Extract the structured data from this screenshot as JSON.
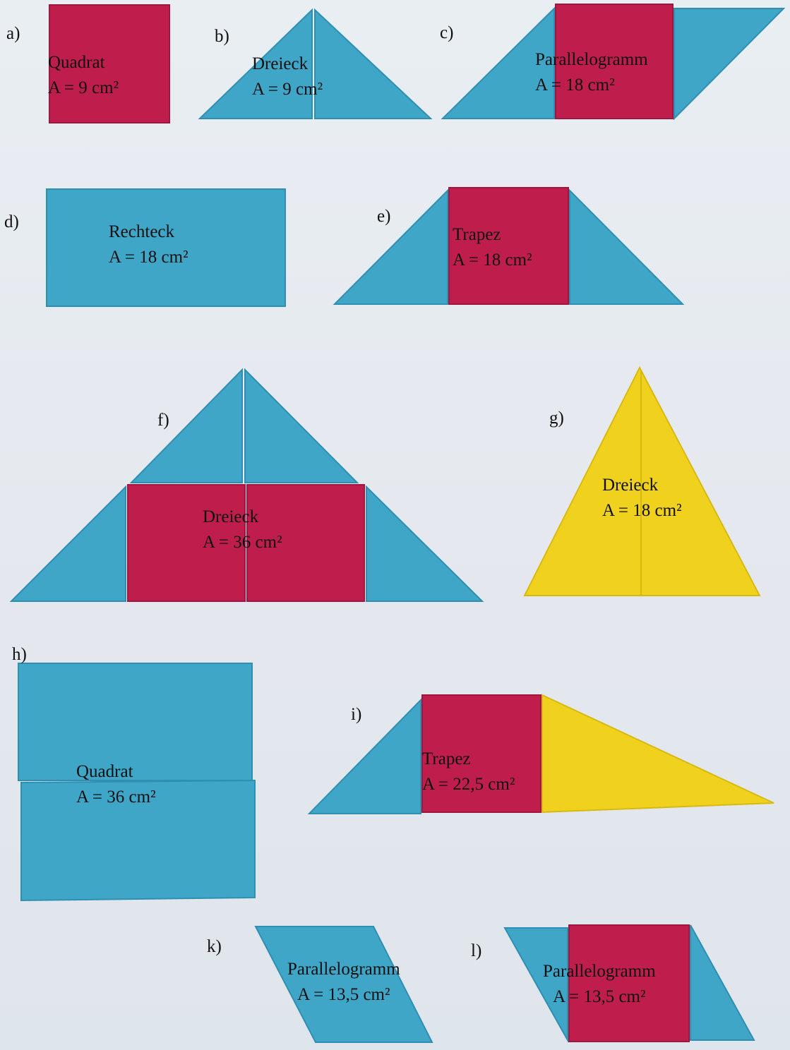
{
  "colors": {
    "blue": "#3fa6c8",
    "blue_dark": "#2f8fb3",
    "red": "#bf1e4d",
    "red_dark": "#a0163e",
    "yellow": "#f0d21e",
    "background": "#e7ecf1"
  },
  "figures": [
    {
      "label": "a)",
      "name": "Quadrat",
      "area": "A = 9 cm²"
    },
    {
      "label": "b)",
      "name": "Dreieck",
      "area": "A = 9 cm²"
    },
    {
      "label": "c)",
      "name": "Parallelogramm",
      "area": "A = 18 cm²"
    },
    {
      "label": "d)",
      "name": "Rechteck",
      "area": "A = 18 cm²"
    },
    {
      "label": "e)",
      "name": "Trapez",
      "area": "A = 18 cm²"
    },
    {
      "label": "f)",
      "name": "Dreieck",
      "area": "A = 36 cm²"
    },
    {
      "label": "g)",
      "name": "Dreieck",
      "area": "A = 18 cm²"
    },
    {
      "label": "h)",
      "name": "Quadrat",
      "area": "A = 36 cm²"
    },
    {
      "label": "i)",
      "name": "Trapez",
      "area": "A = 22,5 cm²"
    },
    {
      "label": "k)",
      "name": "Parallelogramm",
      "area": "A = 13,5 cm²"
    },
    {
      "label": "l)",
      "name": "Parallelogramm",
      "area": "A = 13,5 cm²"
    }
  ]
}
